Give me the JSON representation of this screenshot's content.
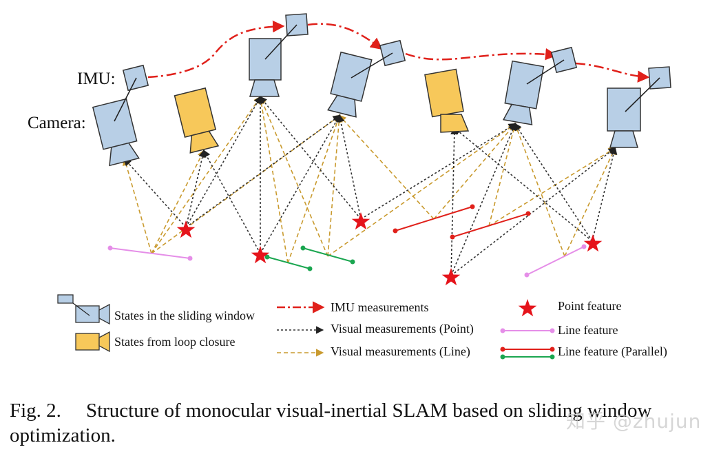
{
  "labels": {
    "imu": "IMU:",
    "camera": "Camera:"
  },
  "legend": {
    "sliding_window": "States in the sliding window",
    "loop_closure": "States from loop closure",
    "imu_measurements": "IMU measurements",
    "visual_point": "Visual measurements (Point)",
    "visual_line": "Visual measurements (Line)",
    "point_feature": "Point feature",
    "line_feature": "Line feature",
    "line_feature_parallel": "Line feature (Parallel)"
  },
  "caption": {
    "fig_num": "Fig. 2.",
    "text": "Structure of monocular visual-inertial SLAM based on sliding window optimization."
  },
  "watermark": "知乎 @zhujun",
  "colors": {
    "camera_blue": "#b8cfe6",
    "camera_yellow": "#f7c85a",
    "imu_line": "#e0201a",
    "point_star": "#e5141b",
    "line_pink": "#e58ee8",
    "line_red": "#e0201a",
    "line_green": "#1aa650",
    "visual_point_line": "#333333",
    "visual_line_line": "#c99a2e"
  }
}
